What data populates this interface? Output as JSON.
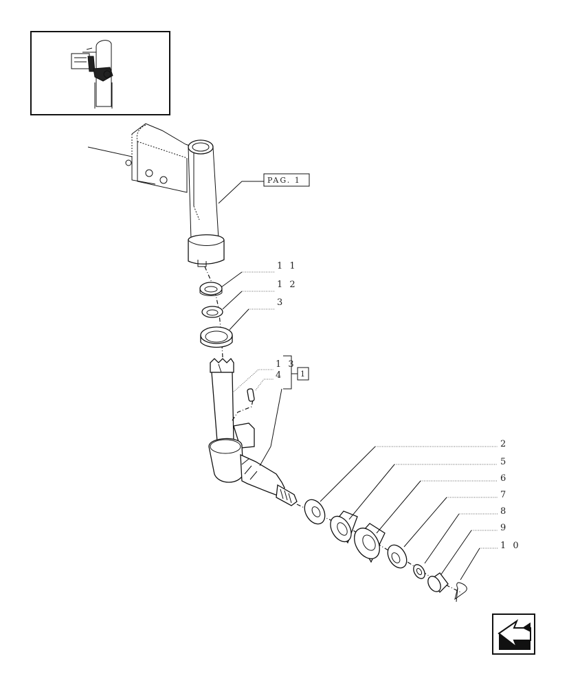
{
  "reference_box": {
    "label": "PAG. 1"
  },
  "group_box": {
    "label": "1"
  },
  "callouts": [
    {
      "id": "callout-11",
      "label": "1 1"
    },
    {
      "id": "callout-12",
      "label": "1 2"
    },
    {
      "id": "callout-3",
      "label": "3"
    },
    {
      "id": "callout-13",
      "label": "1 3"
    },
    {
      "id": "callout-4",
      "label": "4"
    },
    {
      "id": "callout-2",
      "label": "2"
    },
    {
      "id": "callout-5",
      "label": "5"
    },
    {
      "id": "callout-6",
      "label": "6"
    },
    {
      "id": "callout-7",
      "label": "7"
    },
    {
      "id": "callout-8",
      "label": "8"
    },
    {
      "id": "callout-9",
      "label": "9"
    },
    {
      "id": "callout-10",
      "label": "1 0"
    }
  ],
  "icons": {
    "thumbnail": "tractor-front-axle-thumbnail-icon",
    "navigation": "back-arrow-icon"
  }
}
